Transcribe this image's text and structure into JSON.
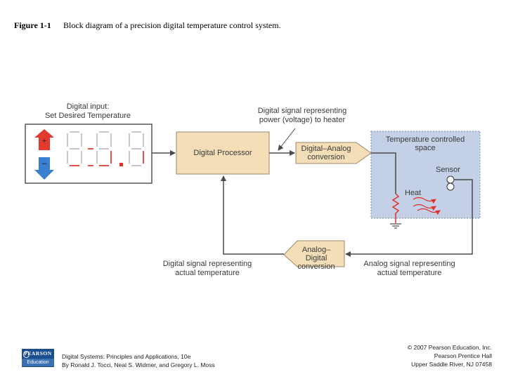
{
  "caption": {
    "figure_number": "Figure 1-1",
    "text": "Block diagram of a precision digital temperature control system."
  },
  "labels": {
    "input_line1": "Digital input:",
    "input_line2": "Set Desired Temperature",
    "signal_power_line1": "Digital signal representing",
    "signal_power_line2": "power (voltage) to heater",
    "signal_actual_line1": "Digital signal representing",
    "signal_actual_line2": "actual temperature",
    "analog_actual_line1": "Analog signal representing",
    "analog_actual_line2": "actual temperature",
    "heat": "Heat",
    "sensor": "Sensor",
    "plus": "+",
    "minus": "–"
  },
  "blocks": {
    "processor": "Digital Processor",
    "dac_line1": "Digital–Analog",
    "dac_line2": "conversion",
    "adc_line1": "Analog–Digital",
    "adc_line2": "conversion",
    "space_line1": "Temperature controlled",
    "space_line2": "space"
  },
  "footer": {
    "book_title": "Digital Systems: Principles and Applications, 10e",
    "authors": "By Ronald J. Tocci, Neal S. Widmer, and Gregory L. Moss",
    "copyright": "© 2007 Pearson Education, Inc.",
    "publisher": "Pearson Prentice Hall",
    "location": "Upper Saddle River, NJ 07458",
    "logo_top": "PEARSON",
    "logo_bottom": "Education"
  },
  "colors": {
    "block_fill": "#f3deb8",
    "block_stroke": "#9a8a6c",
    "space_fill": "#c4d0e6",
    "space_stroke": "#8090b0",
    "up_arrow": "#e23a2e",
    "down_arrow": "#3a7fd0",
    "segment_red": "#e0524a",
    "heat_red": "#e0302a",
    "line": "#4a4a4a"
  }
}
